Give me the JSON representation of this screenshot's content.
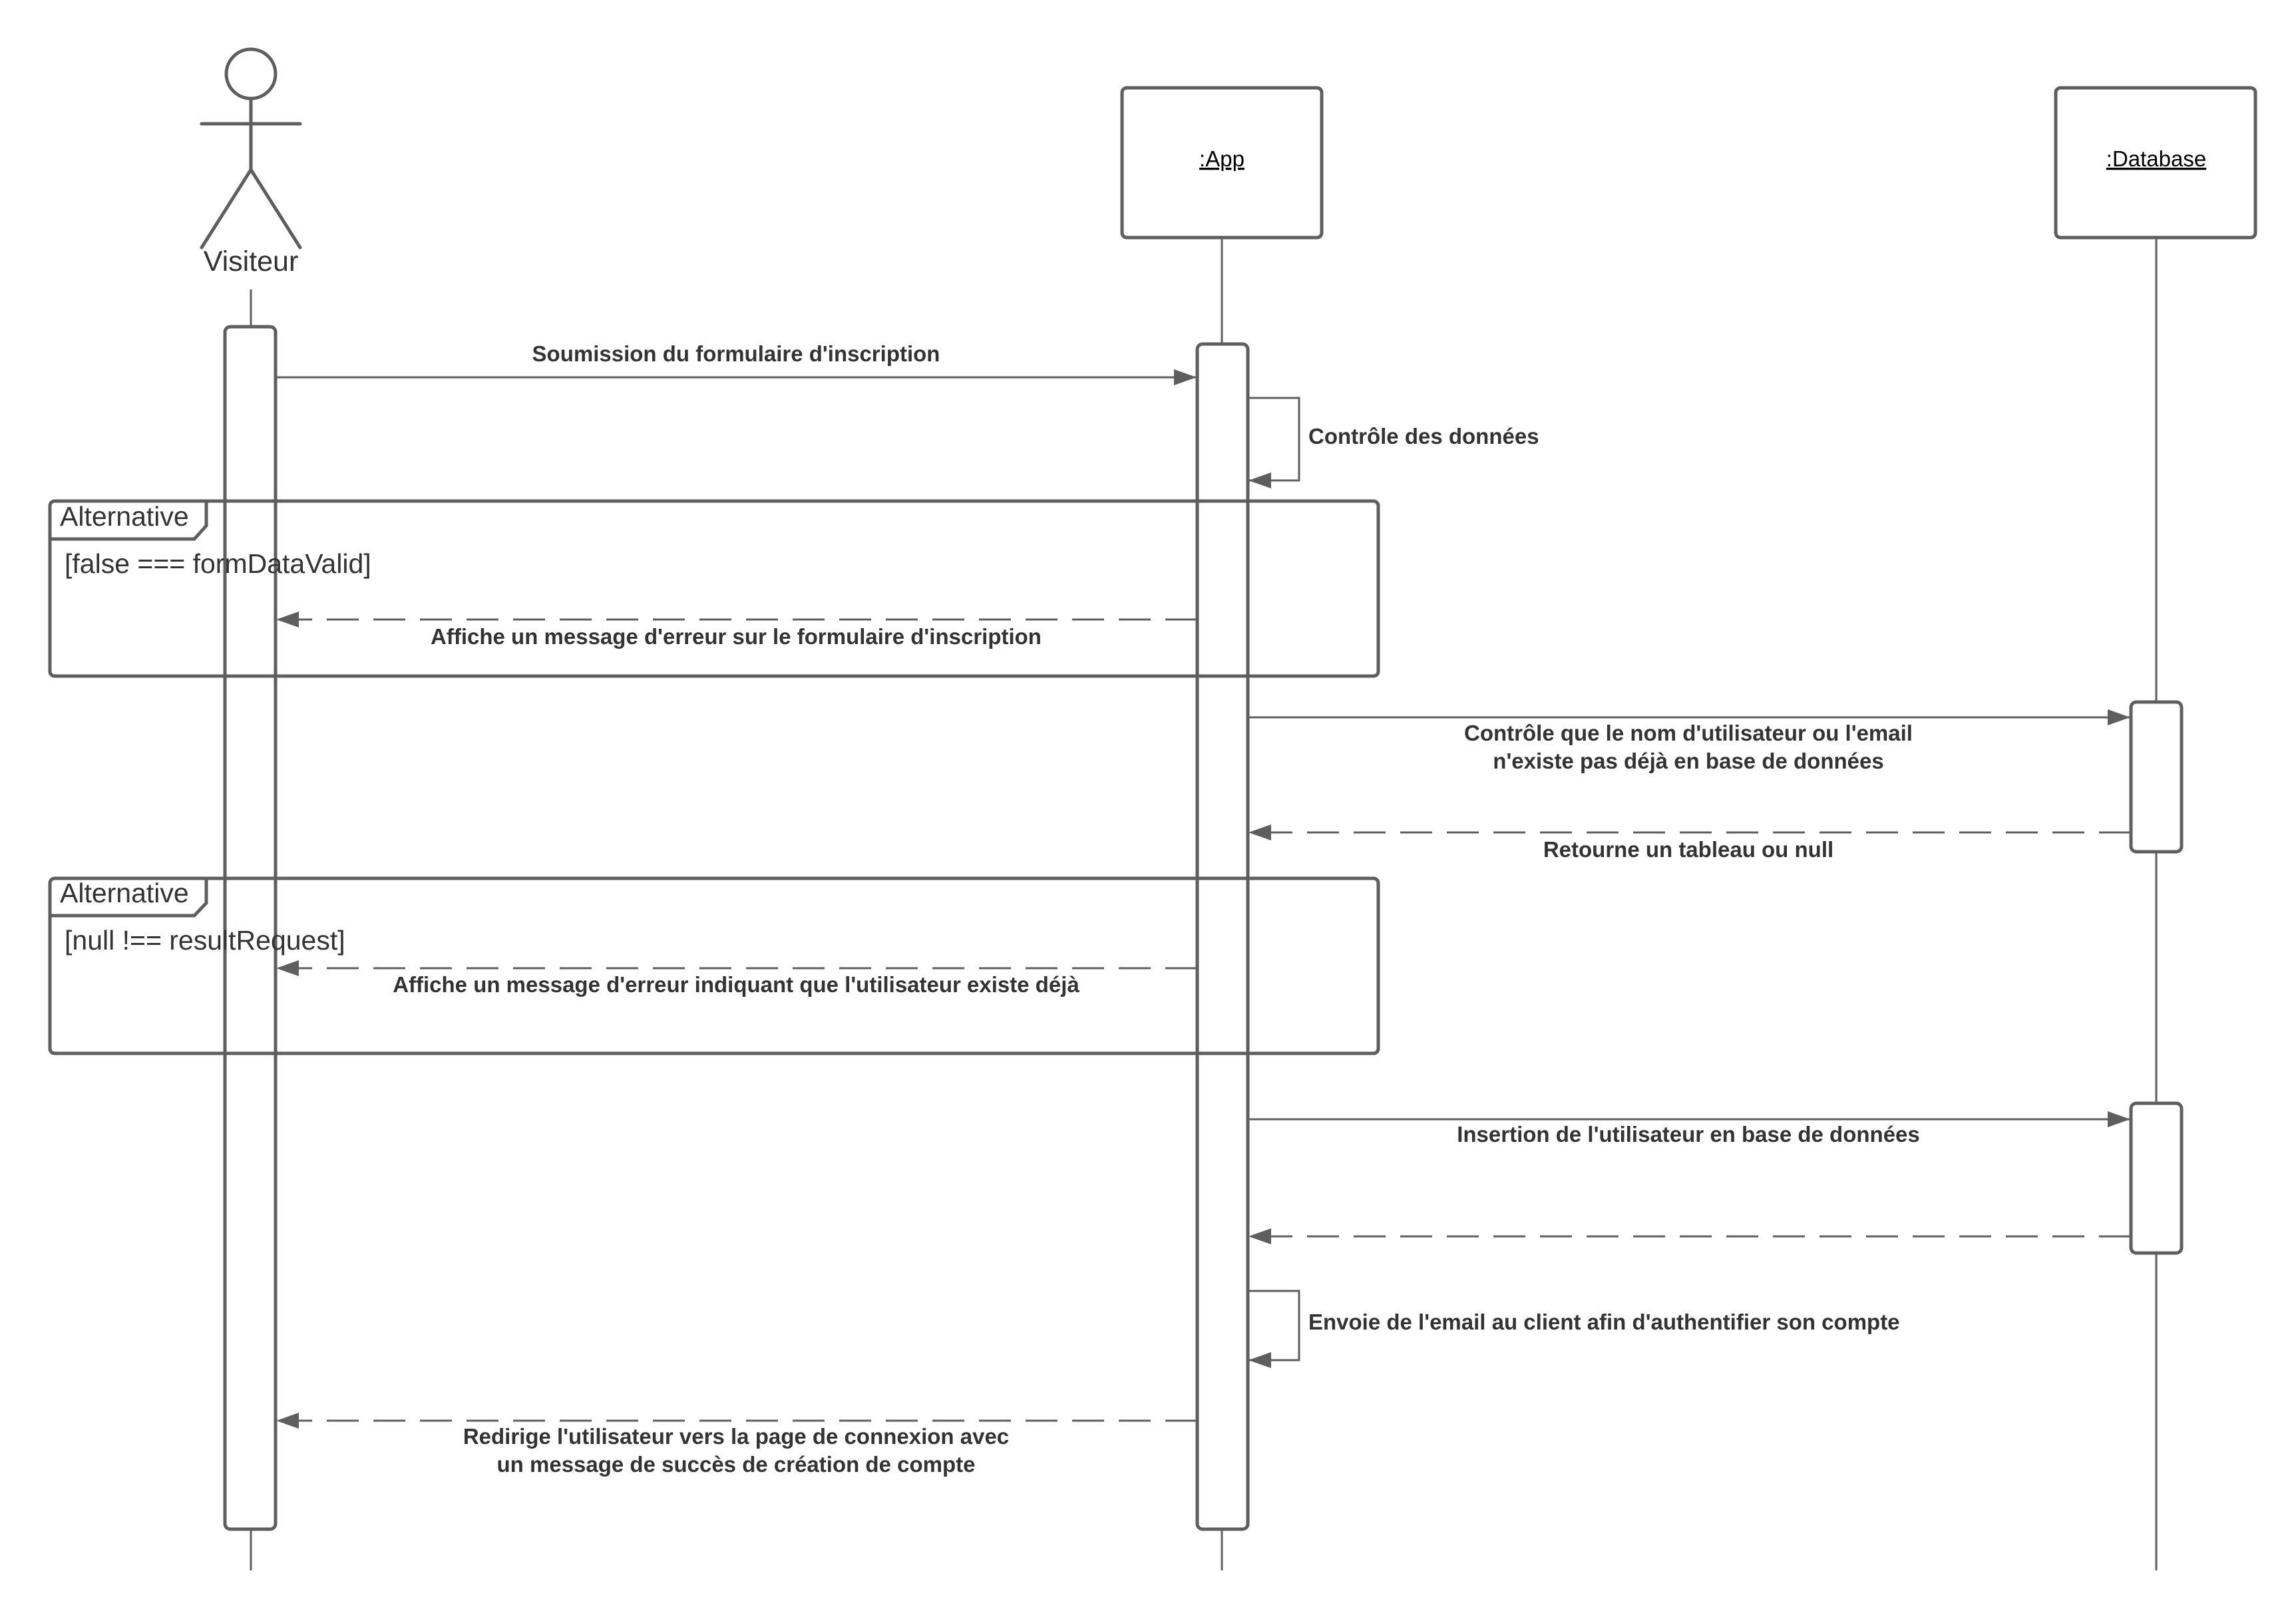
{
  "colors": {
    "stroke": "#5e5e5e",
    "text": "#333333",
    "background": "#ffffff"
  },
  "participants": {
    "actor": {
      "label": "Visiteur",
      "kind": "actor"
    },
    "app": {
      "label": ":App",
      "kind": "object"
    },
    "database": {
      "label": ":Database",
      "kind": "object"
    }
  },
  "fragments": [
    {
      "operator": "Alternative",
      "guard": "[false === formDataValid]"
    },
    {
      "operator": "Alternative",
      "guard": "[null !== resultRequest]"
    }
  ],
  "messages": [
    {
      "from": "actor",
      "to": "app",
      "style": "sync",
      "lines": [
        "Soumission du formulaire d'inscription"
      ]
    },
    {
      "from": "app",
      "to": "app",
      "style": "self",
      "lines": [
        "Contrôle des données"
      ]
    },
    {
      "from": "app",
      "to": "actor",
      "style": "return",
      "lines": [
        "Affiche un message d'erreur sur le formulaire d'inscription"
      ]
    },
    {
      "from": "app",
      "to": "database",
      "style": "sync",
      "lines": [
        "Contrôle que le nom d'utilisateur ou l'email",
        "n'existe pas déjà en base de données"
      ]
    },
    {
      "from": "database",
      "to": "app",
      "style": "return",
      "lines": [
        "Retourne un tableau ou null"
      ]
    },
    {
      "from": "app",
      "to": "actor",
      "style": "return",
      "lines": [
        "Affiche  un message d'erreur indiquant que l'utilisateur existe déjà"
      ]
    },
    {
      "from": "app",
      "to": "database",
      "style": "sync",
      "lines": [
        "Insertion de l'utilisateur en base de données"
      ]
    },
    {
      "from": "database",
      "to": "app",
      "style": "return",
      "lines": []
    },
    {
      "from": "app",
      "to": "app",
      "style": "self",
      "lines": [
        "Envoie de l'email au client afin d'authentifier son compte"
      ]
    },
    {
      "from": "app",
      "to": "actor",
      "style": "return",
      "lines": [
        "Redirige l'utilisateur vers la page de connexion avec",
        "un message de succès de création de compte"
      ]
    }
  ]
}
